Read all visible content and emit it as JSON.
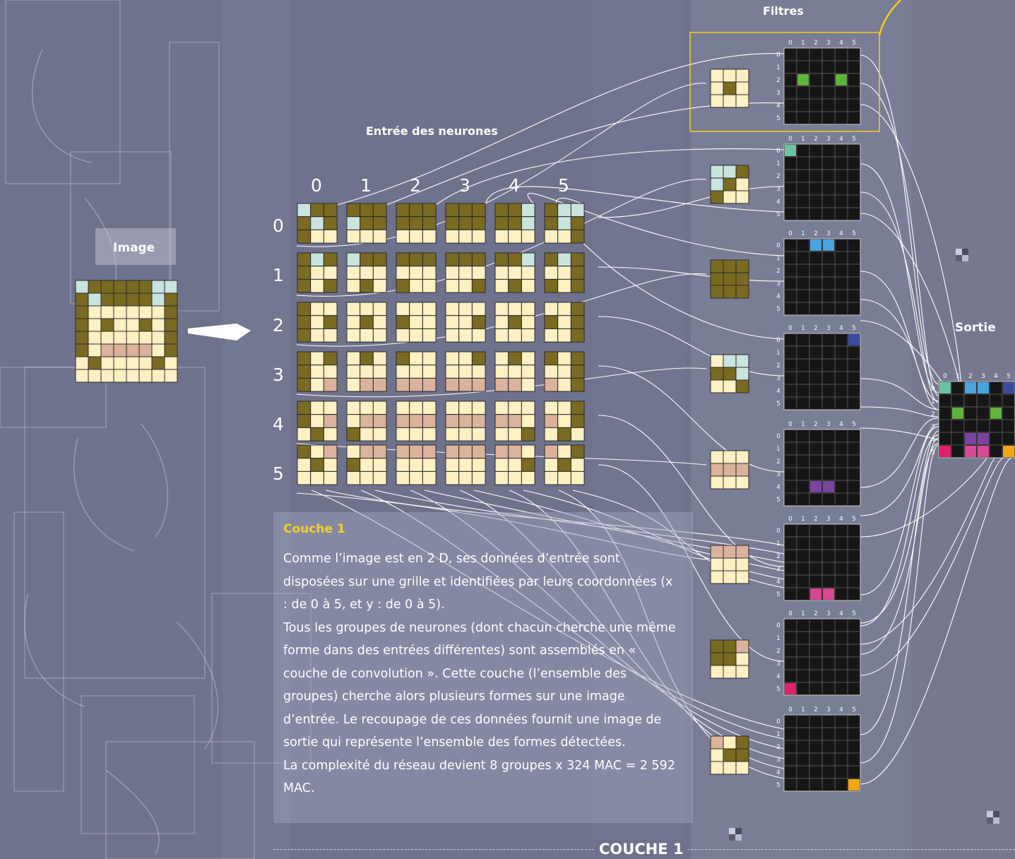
{
  "titles": {
    "filtres": "Filtres",
    "entree": "Entrée des neurones",
    "image": "Image",
    "sortie": "Sortie"
  },
  "col_indices": [
    "0",
    "1",
    "2",
    "3",
    "4",
    "5"
  ],
  "row_indices": [
    "0",
    "1",
    "2",
    "3",
    "4",
    "5"
  ],
  "panel": {
    "title": "Couche 1",
    "paragraphs": [
      "Comme l’image est en 2 D, ses données d’entrée sont disposées sur une grille et identifiées par leurs coordonnées (x : de 0 à 5, et y : de 0 à 5).",
      "Tous les groupes de neurones (dont chacun cherche une même forme dans des entrées différentes) sont assemblés en « couche de convolution ». Cette couche (l’ensemble des groupes) cherche alors plusieurs formes sur une image d’entrée. Le recoupage de ces données fournit une image de sortie qui représente l’ensemble des formes détectées.",
      "La complexité du réseau devient 8 groupes x 324 MAC = 2 592 MAC."
    ]
  },
  "footer_label": "COUCHE 1",
  "colors": {
    "background": "#6f728c",
    "cream": "#fdf0c2",
    "olive": "#7a6a22",
    "cyan": "#c9e4df",
    "pink": "#dbb29b",
    "grid": "#161616",
    "highlight": "#f3d21a",
    "green": "#5fb23a",
    "teal": "#6cc3a2",
    "blue": "#4aa3dc",
    "navy": "#3a4aa0",
    "purple": "#7a44a0",
    "magenta": "#d94795",
    "red": "#e0206a",
    "orange": "#f3a614"
  },
  "image": [
    [
      "C",
      "O",
      "O",
      "O",
      "O",
      "O",
      "C",
      "C"
    ],
    [
      "O",
      "C",
      "O",
      "O",
      "O",
      "O",
      "C",
      "O"
    ],
    [
      "O",
      "Y",
      "Y",
      "Y",
      "Y",
      "Y",
      "Y",
      "O"
    ],
    [
      "O",
      "Y",
      "O",
      "Y",
      "Y",
      "O",
      "Y",
      "O"
    ],
    [
      "O",
      "Y",
      "Y",
      "Y",
      "Y",
      "Y",
      "Y",
      "O"
    ],
    [
      "O",
      "Y",
      "P",
      "P",
      "P",
      "P",
      "Y",
      "O"
    ],
    [
      "Y",
      "O",
      "Y",
      "Y",
      "Y",
      "Y",
      "O",
      "Y"
    ],
    [
      "Y",
      "Y",
      "Y",
      "Y",
      "Y",
      "Y",
      "Y",
      "Y"
    ]
  ],
  "filters": [
    [
      "YYY",
      "YOY",
      "YYY"
    ],
    [
      "CCO",
      "COY",
      "OYY"
    ],
    [
      "OOO",
      "OOO",
      "OOO"
    ],
    [
      "YCC",
      "OOC",
      "YYO"
    ],
    [
      "YYY",
      "PPP",
      "YYY"
    ],
    [
      "PPP",
      "YYY",
      "YYY"
    ],
    [
      "OOP",
      "OOY",
      "YYY"
    ],
    [
      "PYO",
      "YOO",
      "YYY"
    ]
  ],
  "feature_maps": [
    [
      [
        2,
        1,
        "green"
      ],
      [
        2,
        4,
        "green"
      ]
    ],
    [
      [
        0,
        0,
        "teal"
      ]
    ],
    [
      [
        0,
        2,
        "blue"
      ],
      [
        0,
        3,
        "blue"
      ]
    ],
    [
      [
        0,
        5,
        "navy"
      ]
    ],
    [
      [
        4,
        2,
        "purple"
      ],
      [
        4,
        3,
        "purple"
      ]
    ],
    [
      [
        5,
        2,
        "magenta"
      ],
      [
        5,
        3,
        "magenta"
      ]
    ],
    [
      [
        5,
        0,
        "red"
      ]
    ],
    [
      [
        5,
        5,
        "orange"
      ]
    ]
  ],
  "output_map": [
    [
      0,
      0,
      "teal"
    ],
    [
      0,
      2,
      "blue"
    ],
    [
      0,
      3,
      "blue"
    ],
    [
      0,
      5,
      "navy"
    ],
    [
      2,
      1,
      "green"
    ],
    [
      2,
      4,
      "green"
    ],
    [
      4,
      2,
      "purple"
    ],
    [
      4,
      3,
      "purple"
    ],
    [
      5,
      0,
      "red"
    ],
    [
      5,
      2,
      "magenta"
    ],
    [
      5,
      3,
      "magenta"
    ],
    [
      5,
      5,
      "orange"
    ]
  ]
}
